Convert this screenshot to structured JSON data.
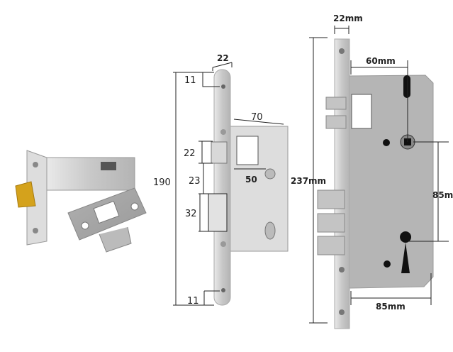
{
  "tubular_latch": {
    "name": "tubular-latch"
  },
  "mortise_lock_small": {
    "dimensions": {
      "faceplate_width": "22",
      "top_screw_offset": "11",
      "case_depth": "70",
      "latch_height": "22",
      "gap": "23",
      "backset": "50",
      "deadbolt_height": "32",
      "bottom_screw_offset": "11",
      "total_height": "190"
    }
  },
  "mortise_lock_large": {
    "dimensions": {
      "faceplate_width": "22mm",
      "backset": "60mm",
      "total_height": "237mm",
      "center_distance": "85m",
      "case_depth": "85mm"
    }
  },
  "colors": {
    "steel": "#c9c9c9",
    "brass": "#d4a21c"
  }
}
